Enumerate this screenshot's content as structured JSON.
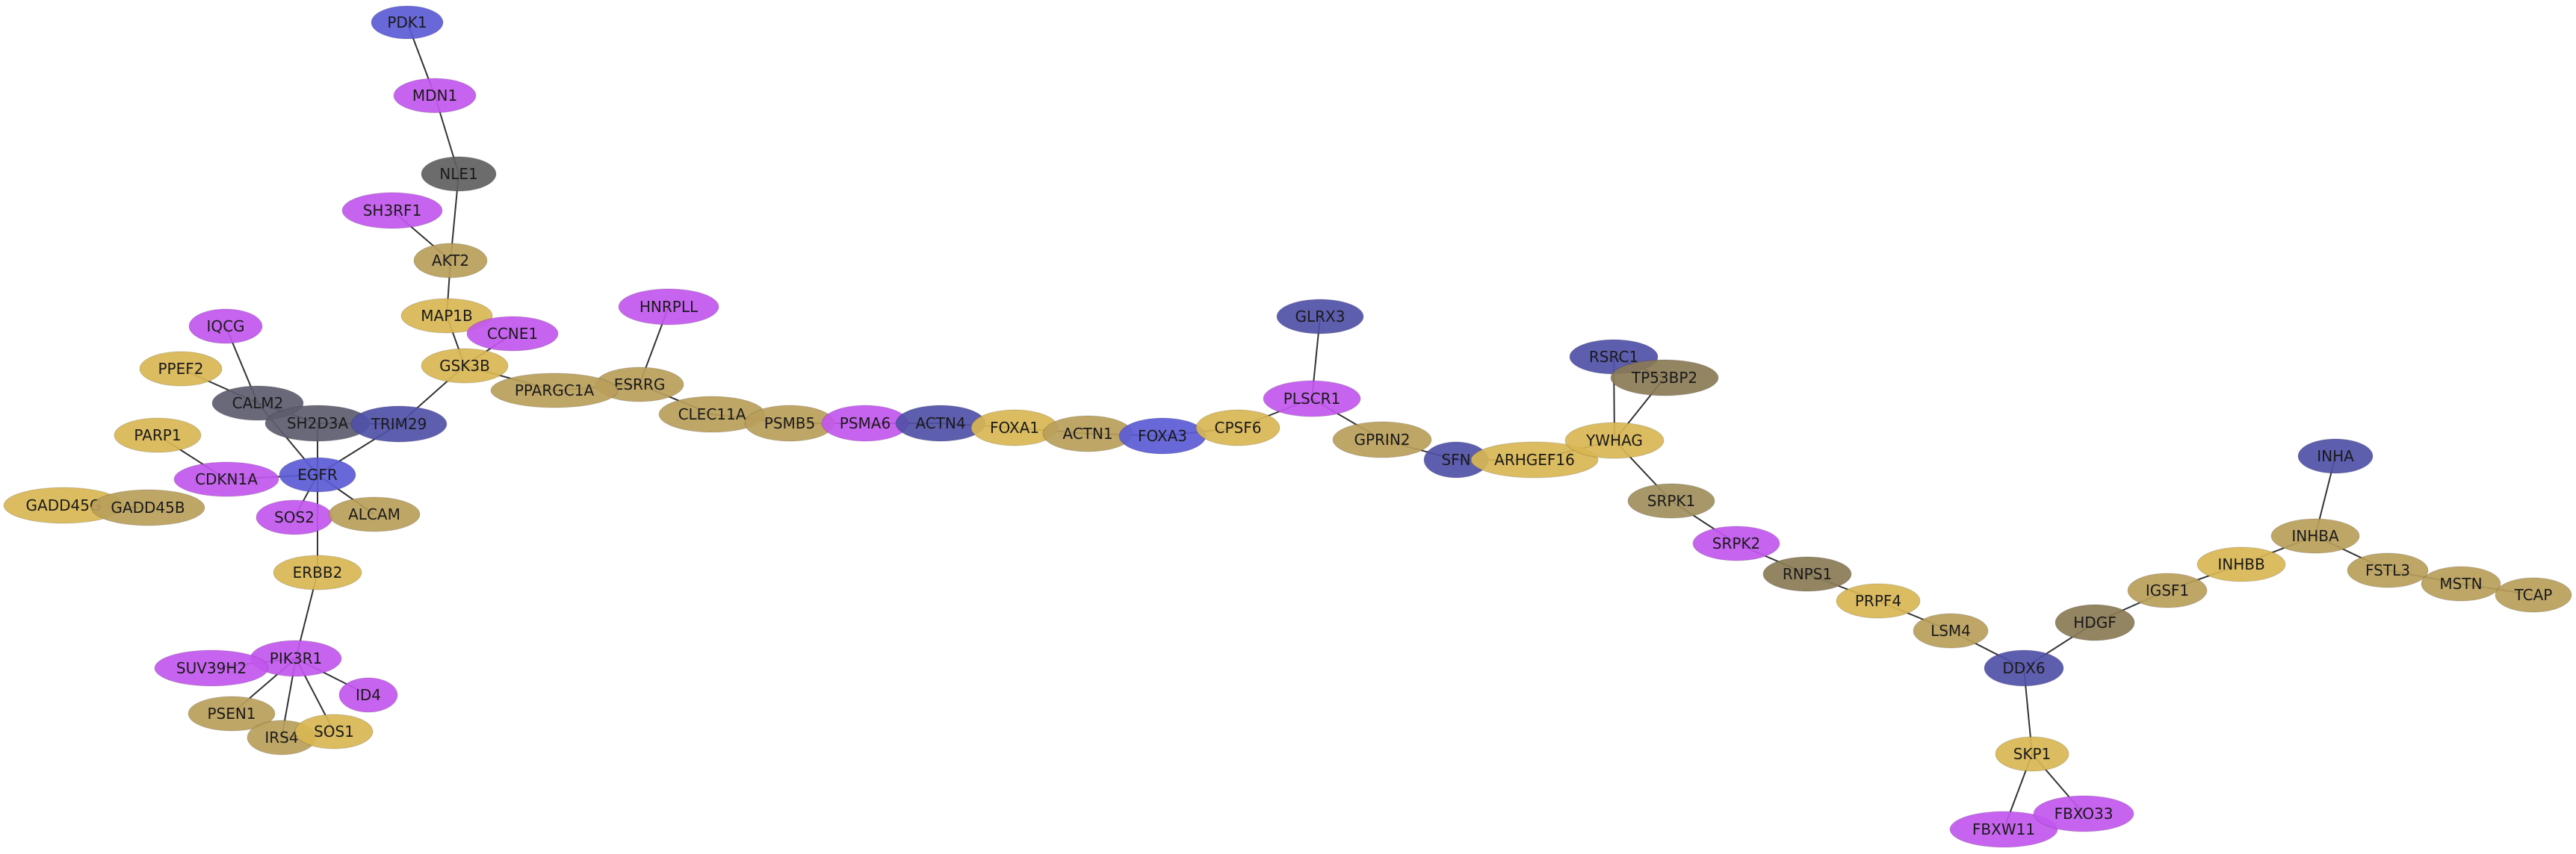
{
  "colors": {
    "blue": "#5b5bd6",
    "blue_dark": "#5050a8",
    "blue_deep": "#3d3db8",
    "magenta": "#c257ee",
    "gold": "#d8b653",
    "khaki": "#b89e5a",
    "olive": "#a08e5c",
    "brown": "#8a7a55",
    "gray": "#606060",
    "slate": "#5c5c6e"
  },
  "nodes": [
    {
      "id": "PDK1",
      "label": "PDK1",
      "color": "blue"
    },
    {
      "id": "MDN1",
      "label": "MDN1",
      "color": "magenta"
    },
    {
      "id": "NLE1",
      "label": "NLE1",
      "color": "gray"
    },
    {
      "id": "SH3RF1",
      "label": "SH3RF1",
      "color": "magenta"
    },
    {
      "id": "AKT2",
      "label": "AKT2",
      "color": "khaki"
    },
    {
      "id": "MAP1B",
      "label": "MAP1B",
      "color": "gold"
    },
    {
      "id": "CCNE1",
      "label": "CCNE1",
      "color": "magenta"
    },
    {
      "id": "GSK3B",
      "label": "GSK3B",
      "color": "gold"
    },
    {
      "id": "HNRPLL",
      "label": "HNRPLL",
      "color": "magenta"
    },
    {
      "id": "ESRRG",
      "label": "ESRRG",
      "color": "khaki"
    },
    {
      "id": "PPARGC1A",
      "label": "PPARGC1A",
      "color": "khaki"
    },
    {
      "id": "IQCG",
      "label": "IQCG",
      "color": "magenta"
    },
    {
      "id": "PPEF2",
      "label": "PPEF2",
      "color": "gold"
    },
    {
      "id": "CALM2",
      "label": "CALM2",
      "color": "slate"
    },
    {
      "id": "SH2D3A",
      "label": "SH2D3A",
      "color": "slate"
    },
    {
      "id": "TRIM29",
      "label": "TRIM29",
      "color": "blue_dark"
    },
    {
      "id": "PARP1",
      "label": "PARP1",
      "color": "gold"
    },
    {
      "id": "CDKN1A",
      "label": "CDKN1A",
      "color": "magenta"
    },
    {
      "id": "EGFR",
      "label": "EGFR",
      "color": "blue"
    },
    {
      "id": "GADD45G",
      "label": "GADD45G",
      "color": "gold"
    },
    {
      "id": "GADD45B",
      "label": "GADD45B",
      "color": "khaki"
    },
    {
      "id": "SOS2",
      "label": "SOS2",
      "color": "magenta"
    },
    {
      "id": "ALCAM",
      "label": "ALCAM",
      "color": "khaki"
    },
    {
      "id": "ERBB2",
      "label": "ERBB2",
      "color": "gold"
    },
    {
      "id": "PIK3R1",
      "label": "PIK3R1",
      "color": "magenta"
    },
    {
      "id": "SUV39H2",
      "label": "SUV39H2",
      "color": "magenta"
    },
    {
      "id": "ID4",
      "label": "ID4",
      "color": "magenta"
    },
    {
      "id": "PSEN1",
      "label": "PSEN1",
      "color": "khaki"
    },
    {
      "id": "IRS4",
      "label": "IRS4",
      "color": "khaki"
    },
    {
      "id": "SOS1",
      "label": "SOS1",
      "color": "gold"
    },
    {
      "id": "CLEC11A",
      "label": "CLEC11A",
      "color": "khaki"
    },
    {
      "id": "PSMB5",
      "label": "PSMB5",
      "color": "khaki"
    },
    {
      "id": "PSMA6",
      "label": "PSMA6",
      "color": "magenta"
    },
    {
      "id": "ACTN4",
      "label": "ACTN4",
      "color": "blue_dark"
    },
    {
      "id": "FOXA1",
      "label": "FOXA1",
      "color": "gold"
    },
    {
      "id": "ACTN1",
      "label": "ACTN1",
      "color": "khaki"
    },
    {
      "id": "FOXA3",
      "label": "FOXA3",
      "color": "blue"
    },
    {
      "id": "CPSF6",
      "label": "CPSF6",
      "color": "gold"
    },
    {
      "id": "GLRX3",
      "label": "GLRX3",
      "color": "blue_dark"
    },
    {
      "id": "PLSCR1",
      "label": "PLSCR1",
      "color": "magenta"
    },
    {
      "id": "GPRIN2",
      "label": "GPRIN2",
      "color": "khaki"
    },
    {
      "id": "SFN",
      "label": "SFN",
      "color": "blue_dark"
    },
    {
      "id": "ARHGEF16",
      "label": "ARHGEF16",
      "color": "gold"
    },
    {
      "id": "RSRC1",
      "label": "RSRC1",
      "color": "blue_dark"
    },
    {
      "id": "TP53BP2",
      "label": "TP53BP2",
      "color": "brown"
    },
    {
      "id": "YWHAG",
      "label": "YWHAG",
      "color": "gold"
    },
    {
      "id": "SRPK1",
      "label": "SRPK1",
      "color": "olive"
    },
    {
      "id": "SRPK2",
      "label": "SRPK2",
      "color": "magenta"
    },
    {
      "id": "RNPS1",
      "label": "RNPS1",
      "color": "brown"
    },
    {
      "id": "PRPF4",
      "label": "PRPF4",
      "color": "gold"
    },
    {
      "id": "LSM4",
      "label": "LSM4",
      "color": "khaki"
    },
    {
      "id": "DDX6",
      "label": "DDX6",
      "color": "blue_dark"
    },
    {
      "id": "HDGF",
      "label": "HDGF",
      "color": "brown"
    },
    {
      "id": "IGSF1",
      "label": "IGSF1",
      "color": "khaki"
    },
    {
      "id": "INHBB",
      "label": "INHBB",
      "color": "gold"
    },
    {
      "id": "INHBA",
      "label": "INHBA",
      "color": "khaki"
    },
    {
      "id": "INHA",
      "label": "INHA",
      "color": "blue_dark"
    },
    {
      "id": "FSTL3",
      "label": "FSTL3",
      "color": "khaki"
    },
    {
      "id": "MSTN",
      "label": "MSTN",
      "color": "khaki"
    },
    {
      "id": "TCAP",
      "label": "TCAP",
      "color": "khaki"
    },
    {
      "id": "SKP1",
      "label": "SKP1",
      "color": "gold"
    },
    {
      "id": "FBXW11",
      "label": "FBXW11",
      "color": "magenta"
    },
    {
      "id": "FBXO33",
      "label": "FBXO33",
      "color": "magenta"
    }
  ],
  "edges": [
    [
      "PDK1",
      "MDN1"
    ],
    [
      "MDN1",
      "NLE1"
    ],
    [
      "NLE1",
      "AKT2"
    ],
    [
      "SH3RF1",
      "AKT2"
    ],
    [
      "AKT2",
      "MAP1B"
    ],
    [
      "MAP1B",
      "GSK3B"
    ],
    [
      "CCNE1",
      "GSK3B"
    ],
    [
      "GSK3B",
      "TRIM29"
    ],
    [
      "GSK3B",
      "PPARGC1A"
    ],
    [
      "PPARGC1A",
      "ESRRG"
    ],
    [
      "HNRPLL",
      "ESRRG"
    ],
    [
      "ESRRG",
      "CLEC11A"
    ],
    [
      "IQCG",
      "CALM2"
    ],
    [
      "PPEF2",
      "CALM2"
    ],
    [
      "CALM2",
      "SH2D3A"
    ],
    [
      "CALM2",
      "EGFR"
    ],
    [
      "SH2D3A",
      "TRIM29"
    ],
    [
      "SH2D3A",
      "EGFR"
    ],
    [
      "TRIM29",
      "EGFR"
    ],
    [
      "PARP1",
      "CDKN1A"
    ],
    [
      "CDKN1A",
      "EGFR"
    ],
    [
      "GADD45G",
      "GADD45B"
    ],
    [
      "EGFR",
      "SOS2"
    ],
    [
      "EGFR",
      "ALCAM"
    ],
    [
      "EGFR",
      "ERBB2"
    ],
    [
      "ERBB2",
      "PIK3R1"
    ],
    [
      "PIK3R1",
      "SUV39H2"
    ],
    [
      "PIK3R1",
      "ID4"
    ],
    [
      "PIK3R1",
      "PSEN1"
    ],
    [
      "PIK3R1",
      "IRS4"
    ],
    [
      "PIK3R1",
      "SOS1"
    ],
    [
      "IRS4",
      "SOS1"
    ],
    [
      "CLEC11A",
      "PSMB5"
    ],
    [
      "PSMB5",
      "PSMA6"
    ],
    [
      "PSMA6",
      "ACTN4"
    ],
    [
      "ACTN4",
      "FOXA1"
    ],
    [
      "FOXA1",
      "ACTN1"
    ],
    [
      "ACTN1",
      "FOXA3"
    ],
    [
      "FOXA3",
      "CPSF6"
    ],
    [
      "CPSF6",
      "PLSCR1"
    ],
    [
      "GLRX3",
      "PLSCR1"
    ],
    [
      "PLSCR1",
      "GPRIN2"
    ],
    [
      "GPRIN2",
      "SFN"
    ],
    [
      "SFN",
      "ARHGEF16"
    ],
    [
      "ARHGEF16",
      "YWHAG"
    ],
    [
      "RSRC1",
      "YWHAG"
    ],
    [
      "TP53BP2",
      "YWHAG"
    ],
    [
      "RSRC1",
      "TP53BP2"
    ],
    [
      "YWHAG",
      "SRPK1"
    ],
    [
      "SRPK1",
      "SRPK2"
    ],
    [
      "SRPK2",
      "RNPS1"
    ],
    [
      "RNPS1",
      "PRPF4"
    ],
    [
      "PRPF4",
      "LSM4"
    ],
    [
      "LSM4",
      "DDX6"
    ],
    [
      "DDX6",
      "HDGF"
    ],
    [
      "HDGF",
      "IGSF1"
    ],
    [
      "IGSF1",
      "INHBB"
    ],
    [
      "INHBB",
      "INHBA"
    ],
    [
      "INHA",
      "INHBA"
    ],
    [
      "INHBA",
      "FSTL3"
    ],
    [
      "FSTL3",
      "MSTN"
    ],
    [
      "MSTN",
      "TCAP"
    ],
    [
      "DDX6",
      "SKP1"
    ],
    [
      "SKP1",
      "FBXW11"
    ],
    [
      "SKP1",
      "FBXO33"
    ]
  ]
}
